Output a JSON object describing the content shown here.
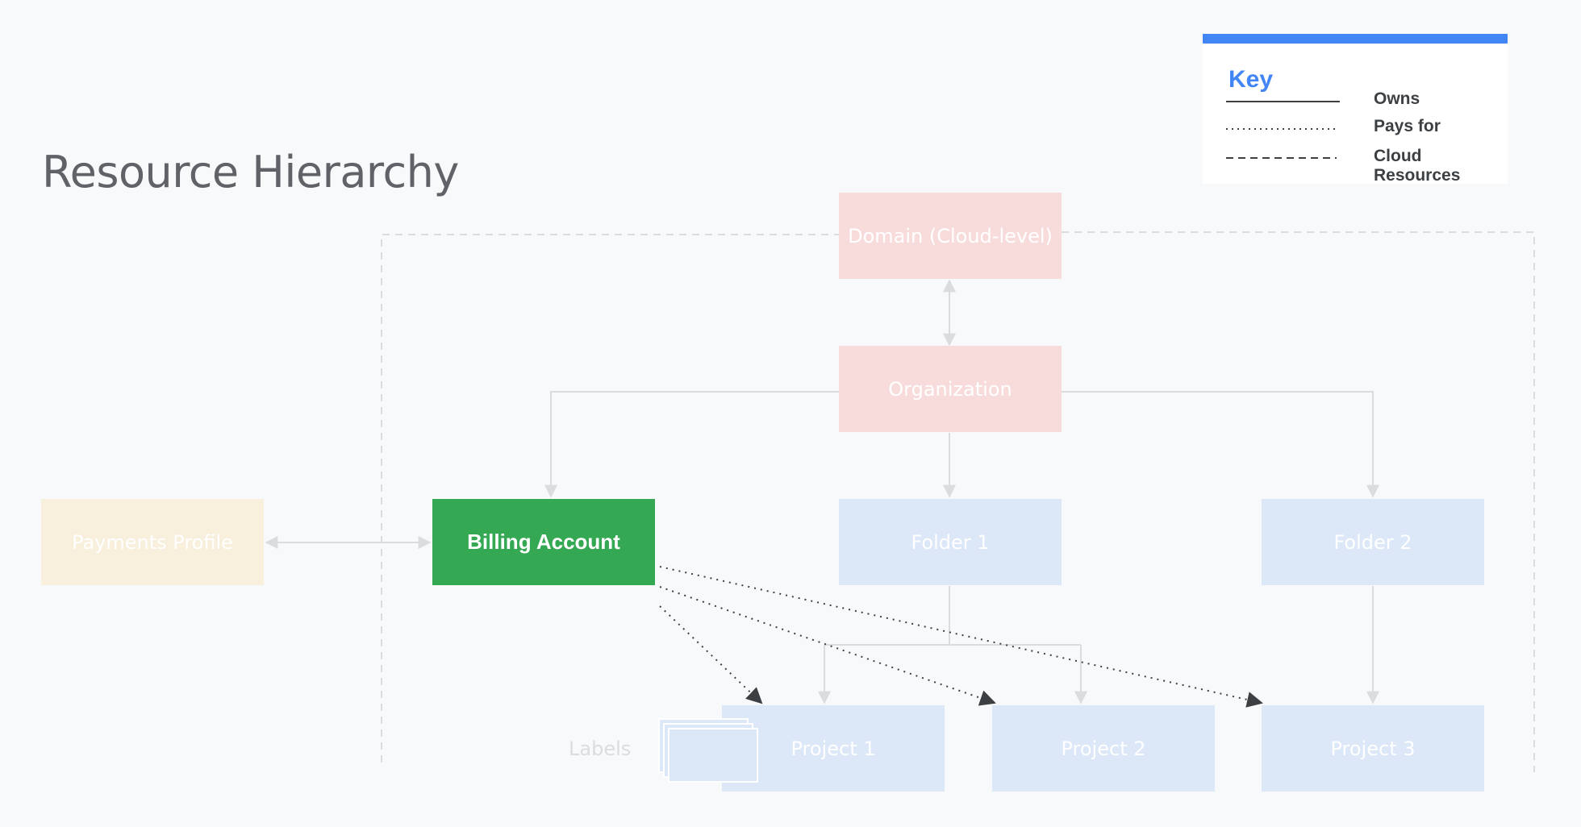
{
  "title": "Resource Hierarchy",
  "nodes": {
    "domain": "Domain (Cloud-level)",
    "organization": "Organization",
    "payments_profile": "Payments Profile",
    "billing_account": "Billing Account",
    "folder1": "Folder 1",
    "folder2": "Folder 2",
    "project1": "Project 1",
    "project2": "Project 2",
    "project3": "Project 3",
    "labels": "Labels"
  },
  "key": {
    "title": "Key",
    "items": [
      {
        "label": "Owns",
        "line": "solid"
      },
      {
        "label": "Pays for",
        "line": "dotted"
      },
      {
        "label": "Cloud Resources",
        "line": "dashed"
      }
    ]
  },
  "colors": {
    "pink": "#f8dcdc",
    "blue": "#dce7f8",
    "cream": "#f8efdc",
    "green": "#34a853",
    "key_accent": "#4285f4"
  }
}
